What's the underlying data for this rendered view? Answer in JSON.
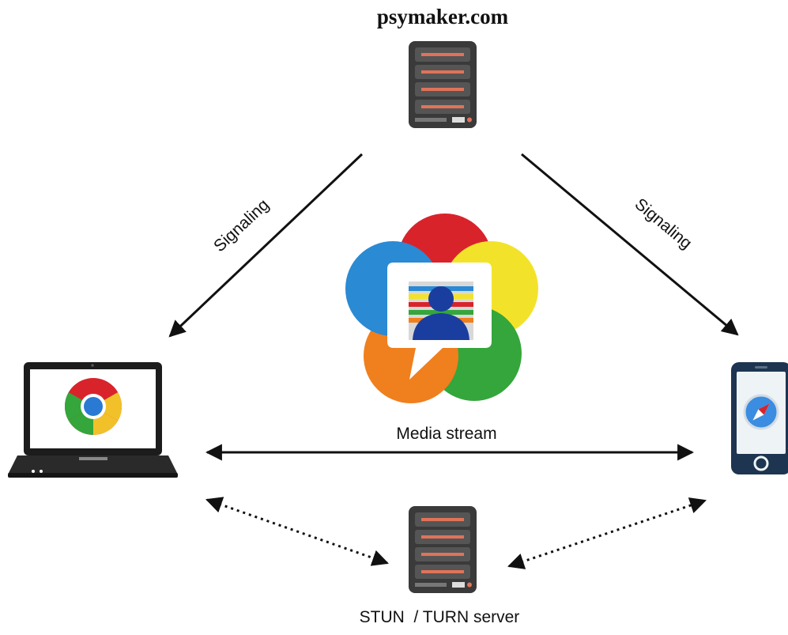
{
  "nodes": {
    "top_server": {
      "label": "psymaker.com",
      "icon": "server-icon"
    },
    "bottom_server": {
      "label": "STUN  / TURN server",
      "icon": "server-icon"
    },
    "laptop": {
      "icon": "laptop-icon",
      "screen_icon": "chrome-icon"
    },
    "phone": {
      "icon": "smartphone-icon",
      "screen_icon": "compass-icon"
    },
    "center_logo": {
      "icon": "webrtc-logo-icon",
      "inner_icon": "user-avatar-icon"
    }
  },
  "edges": {
    "signaling_left": {
      "label": "Signaling"
    },
    "signaling_right": {
      "label": "Signaling"
    },
    "media_stream": {
      "label": "Media stream"
    }
  },
  "colors": {
    "line": "#111111",
    "server_body": "#3a3a3a",
    "server_slot": "#555555",
    "server_stripe": "#e0735a",
    "logo_red": "#d9232b",
    "logo_yellow": "#f2e32a",
    "logo_green": "#34a63b",
    "logo_orange": "#f07f1e",
    "logo_blue": "#2a8ad4",
    "avatar_blue": "#1a3ea0",
    "phone_body": "#1d3550",
    "phone_screen": "#eef3f6"
  }
}
